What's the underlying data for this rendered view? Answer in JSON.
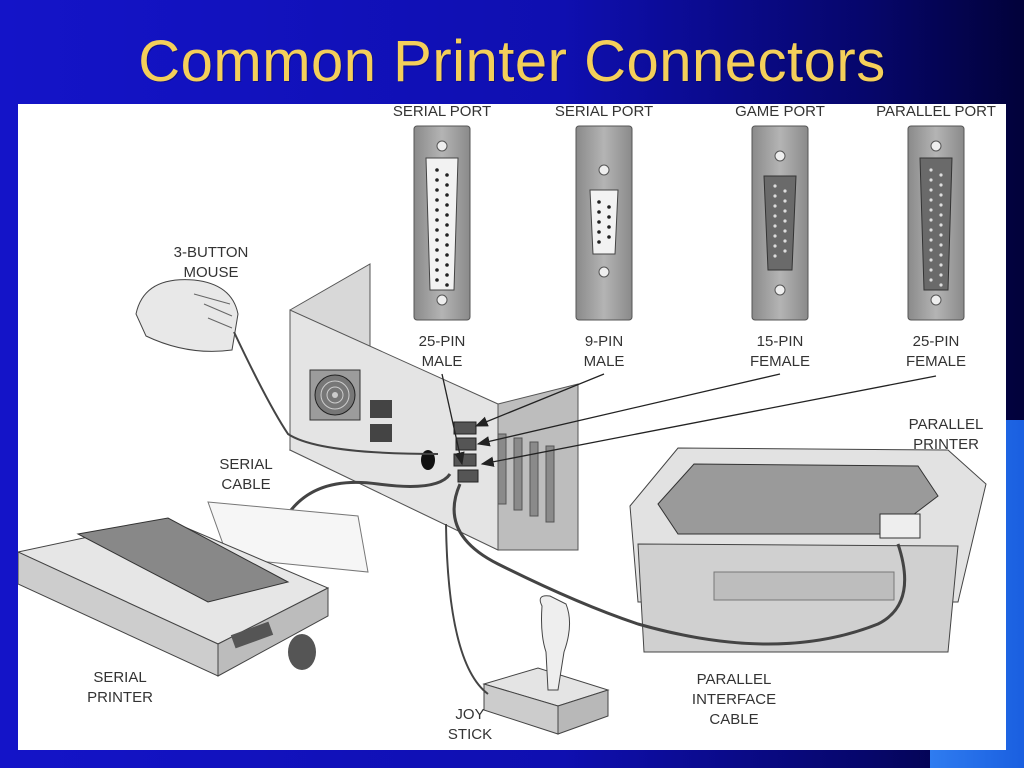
{
  "slide": {
    "title": "Common Printer Connectors",
    "colors": {
      "background": "#1414c8",
      "title": "#f4cf5a",
      "accent": "#2f7cf0",
      "panel": "#ffffff"
    }
  },
  "ports": [
    {
      "name": "SERIAL PORT",
      "pins": "25-PIN",
      "gender": "MALE"
    },
    {
      "name": "SERIAL PORT",
      "pins": "9-PIN",
      "gender": "MALE"
    },
    {
      "name": "GAME PORT",
      "pins": "15-PIN",
      "gender": "FEMALE"
    },
    {
      "name": "PARALLEL PORT",
      "pins": "25-PIN",
      "gender": "FEMALE"
    }
  ],
  "labels": {
    "mouse": [
      "3-BUTTON",
      "MOUSE"
    ],
    "serial_cable": [
      "SERIAL",
      "CABLE"
    ],
    "parallel_printer": [
      "PARALLEL",
      "PRINTER"
    ],
    "serial_printer": [
      "SERIAL",
      "PRINTER"
    ],
    "joystick": [
      "JOY",
      "STICK"
    ],
    "parallel_cable": [
      "PARALLEL",
      "INTERFACE",
      "CABLE"
    ]
  }
}
